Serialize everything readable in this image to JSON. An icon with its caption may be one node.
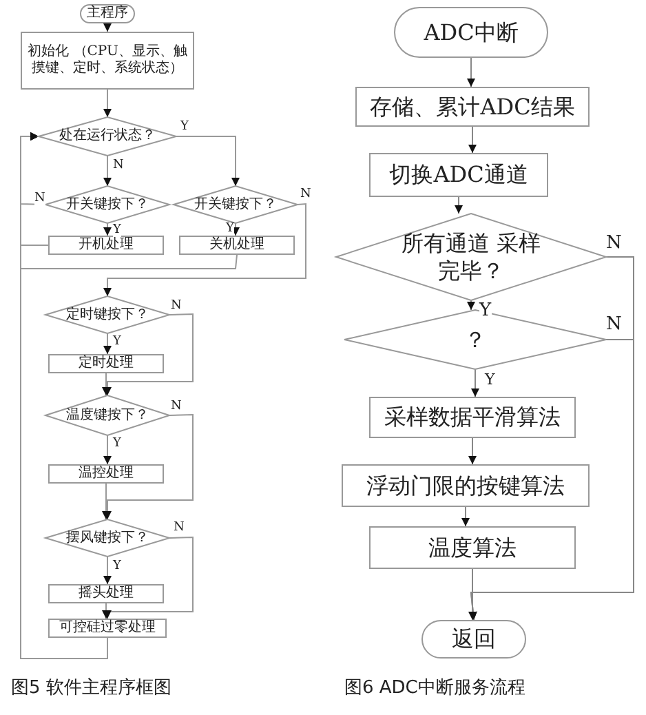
{
  "diagram": {
    "nodes": [
      {
        "text": [
          "主程序"
        ]
      },
      {
        "text": [
          "初始化 （CPU、显示、触摸键、定时、系统状态）"
        ]
      },
      {
        "text": [
          "处在运行状态？"
        ]
      },
      {
        "text": [
          "开关键按下？"
        ]
      },
      {
        "text": [
          "开关键按下？"
        ]
      },
      {
        "text": [
          "开机处理"
        ]
      },
      {
        "text": [
          "关机处理"
        ]
      },
      {
        "text": [
          "定时键按下？"
        ]
      },
      {
        "text": [
          "定时处理"
        ]
      },
      {
        "text": [
          "温度键按下？"
        ]
      },
      {
        "text": [
          "温控处理"
        ]
      },
      {
        "text": [
          "摆风键按下？"
        ]
      },
      {
        "text": [
          "摇头处理"
        ]
      },
      {
        "text": [
          "可控硅过零处理"
        ]
      },
      {
        "text": [
          "ADC中断"
        ]
      },
      {
        "text": [
          "存储、累计ADC结果"
        ]
      },
      {
        "text": [
          "切换ADC通道"
        ]
      },
      {
        "text": [
          "所有通道 采样完毕？"
        ]
      },
      {
        "text": [
          "？"
        ]
      },
      {
        "text": [
          "采样数据平滑算法"
        ]
      },
      {
        "text": [
          "浮动门限的按键算法"
        ]
      },
      {
        "text": [
          "温度算法"
        ]
      },
      {
        "text": [
          "返回"
        ]
      }
    ],
    "edges": [
      {
        "from": 0,
        "to": 1,
        "arrow": "to"
      },
      {
        "from": 1,
        "to": 2,
        "arrow": "to"
      },
      {
        "from": 2,
        "to": 3,
        "label": "N",
        "arrow": "to"
      },
      {
        "from": 2,
        "to": 4,
        "label": "Y",
        "arrow": "to"
      },
      {
        "from": 3,
        "to": 5,
        "label": "Y",
        "arrow": "to"
      },
      {
        "from": 3,
        "to": 2,
        "label": "N",
        "arrow": "to"
      },
      {
        "from": 5,
        "to": 2,
        "arrow": "to"
      },
      {
        "from": 4,
        "to": 6,
        "label": "Y",
        "arrow": "to"
      },
      {
        "from": 4,
        "to": 7,
        "label": "N",
        "arrow": "to"
      },
      {
        "from": 6,
        "to": 2,
        "arrow": "to"
      },
      {
        "from": 7,
        "to": 8,
        "label": "Y",
        "arrow": "to"
      },
      {
        "from": 7,
        "to": 9,
        "label": "N",
        "arrow": "to"
      },
      {
        "from": 8,
        "to": 9,
        "arrow": "to"
      },
      {
        "from": 9,
        "to": 10,
        "label": "Y",
        "arrow": "to"
      },
      {
        "from": 9,
        "to": 11,
        "label": "N",
        "arrow": "to"
      },
      {
        "from": 10,
        "to": 11,
        "arrow": "to"
      },
      {
        "from": 11,
        "to": 12,
        "label": "Y",
        "arrow": "to"
      },
      {
        "from": 11,
        "to": 13,
        "label": "N",
        "arrow": "to"
      },
      {
        "from": 12,
        "to": 13,
        "arrow": "to"
      },
      {
        "from": 13,
        "to": 2,
        "arrow": "to"
      },
      {
        "from": 14,
        "to": 15,
        "arrow": "to"
      },
      {
        "from": 15,
        "to": 16,
        "arrow": "to"
      },
      {
        "from": 16,
        "to": 17,
        "arrow": "to"
      },
      {
        "from": 17,
        "to": 18,
        "label": "Y",
        "arrow": "to"
      },
      {
        "from": 17,
        "to": 22,
        "label": "N",
        "arrow": "to"
      },
      {
        "from": 18,
        "to": 19,
        "label": "Y",
        "arrow": "to"
      },
      {
        "from": 18,
        "to": 22,
        "label": "N",
        "arrow": "to"
      },
      {
        "from": 19,
        "to": 20,
        "arrow": "to"
      },
      {
        "from": 20,
        "to": 21,
        "arrow": "to"
      },
      {
        "from": 21,
        "to": 22,
        "arrow": "to"
      }
    ],
    "labels": [
      "图5 软件主程序框图",
      "图6 ADC中断服务流程"
    ]
  }
}
